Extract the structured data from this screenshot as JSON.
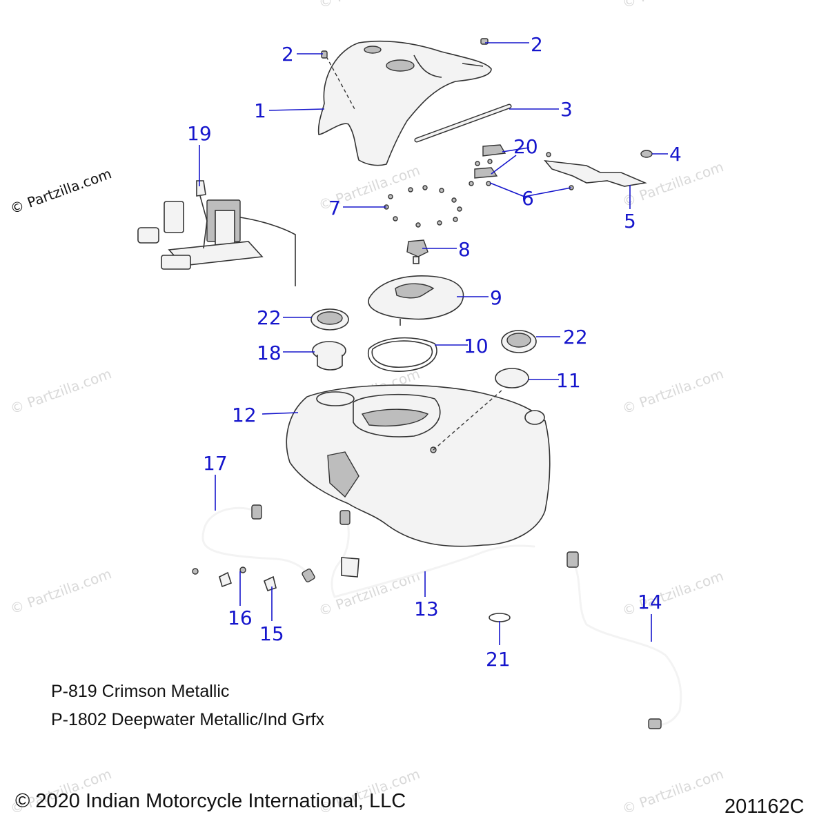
{
  "watermark": {
    "text": "© Partzilla.com",
    "color": "#d9d9d9"
  },
  "callouts": [
    "1",
    "2",
    "2",
    "3",
    "4",
    "5",
    "6",
    "7",
    "8",
    "9",
    "10",
    "11",
    "12",
    "13",
    "14",
    "15",
    "16",
    "17",
    "18",
    "19",
    "20",
    "21",
    "22",
    "22"
  ],
  "paint_codes": [
    "P-819 Crimson Metallic",
    "P-1802 Deepwater Metallic/Ind Grfx"
  ],
  "copyright": "© 2020 Indian Motorcycle International, LLC",
  "drawing_number": "201162C",
  "colors": {
    "callout": "#1515cc",
    "line": "#333333",
    "background": "#ffffff"
  }
}
